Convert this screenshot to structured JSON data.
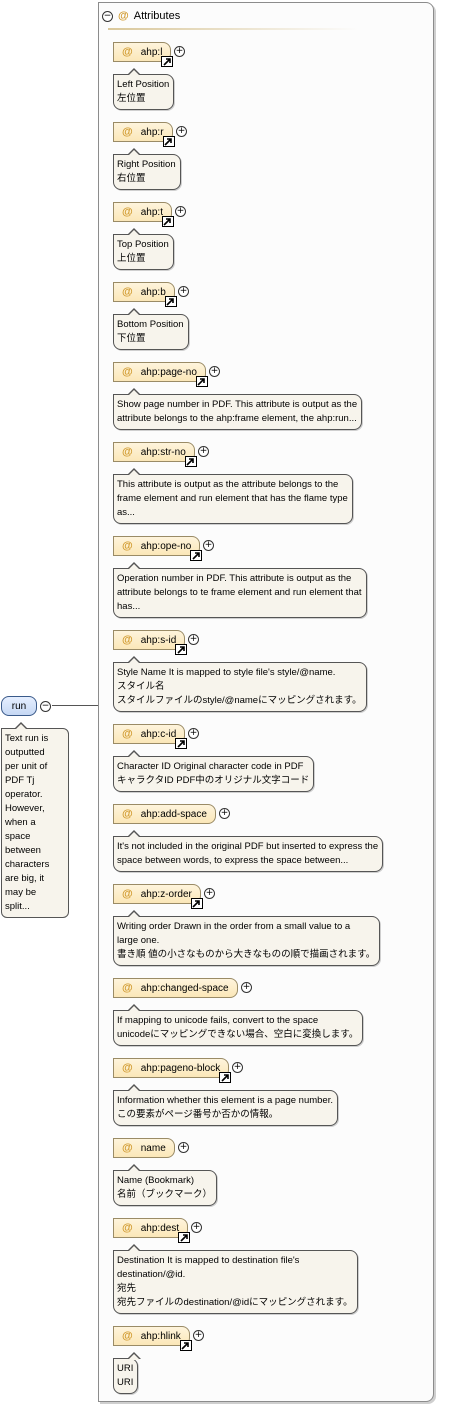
{
  "group": {
    "title": "Attributes",
    "collapse_symbol": "−",
    "at_symbol": "@"
  },
  "run": {
    "label": "run",
    "collapse_symbol": "−",
    "note": "Text run is\noutputted\nper unit of\nPDF Tj\noperator.\nHowever,\nwhen a\nspace\nbetween\ncharacters\nare big, it\nmay be\nsplit..."
  },
  "expand_symbol": "+",
  "attributes": [
    {
      "name": "ahp:l",
      "note": "Left Position\n左位置",
      "has_link": true
    },
    {
      "name": "ahp:r",
      "note": "Right Position\n右位置",
      "has_link": true
    },
    {
      "name": "ahp:t",
      "note": "Top Position\n上位置",
      "has_link": true
    },
    {
      "name": "ahp:b",
      "note": "Bottom Position\n下位置",
      "has_link": true
    },
    {
      "name": "ahp:page-no",
      "note": "Show page number in PDF. This attribute is output as the\nattribute belongs to the ahp:frame element, the ahp:run...",
      "has_link": true
    },
    {
      "name": "ahp:str-no",
      "note": "This attribute is output as the attribute belongs to the\nframe element and run element that has the flame type\nas...",
      "has_link": true
    },
    {
      "name": "ahp:ope-no",
      "note": "Operation number in PDF. This attribute is output as the\nattribute belongs to te frame element and run element that\nhas...",
      "has_link": true
    },
    {
      "name": "ahp:s-id",
      "note": "Style Name It is mapped to style file's style/@name.\nスタイル名\nスタイルファイルのstyle/@nameにマッピングされます。",
      "has_link": true
    },
    {
      "name": "ahp:c-id",
      "note": "Character ID Original character code in PDF\nキャラクタID PDF中のオリジナル文字コード",
      "has_link": true
    },
    {
      "name": "ahp:add-space",
      "note": "It's not included in the original PDF but inserted to express the\nspace between words, to express the space between...",
      "has_link": false
    },
    {
      "name": "ahp:z-order",
      "note": "Writing order Drawn in the order from a small value to a\nlarge one.\n書き順 値の小さなものから大きなものの順で描画されます。",
      "has_link": true
    },
    {
      "name": "ahp:changed-space",
      "note": "If mapping to unicode fails, convert to the space\nunicodeにマッピングできない場合、空白に変換します。",
      "has_link": false
    },
    {
      "name": "ahp:pageno-block",
      "note": "Information whether this element is a page number.\nこの要素がページ番号か否かの情報。",
      "has_link": true
    },
    {
      "name": "name",
      "note": "Name (Bookmark)\n名前（ブックマーク）",
      "has_link": false
    },
    {
      "name": "ahp:dest",
      "note": "Destination It is mapped to destination file's\ndestination/@id.\n宛先\n宛先ファイルのdestination/@idにマッピングされます。",
      "has_link": true
    },
    {
      "name": "ahp:hlink",
      "note": "URI\nURI",
      "has_link": true
    }
  ]
}
